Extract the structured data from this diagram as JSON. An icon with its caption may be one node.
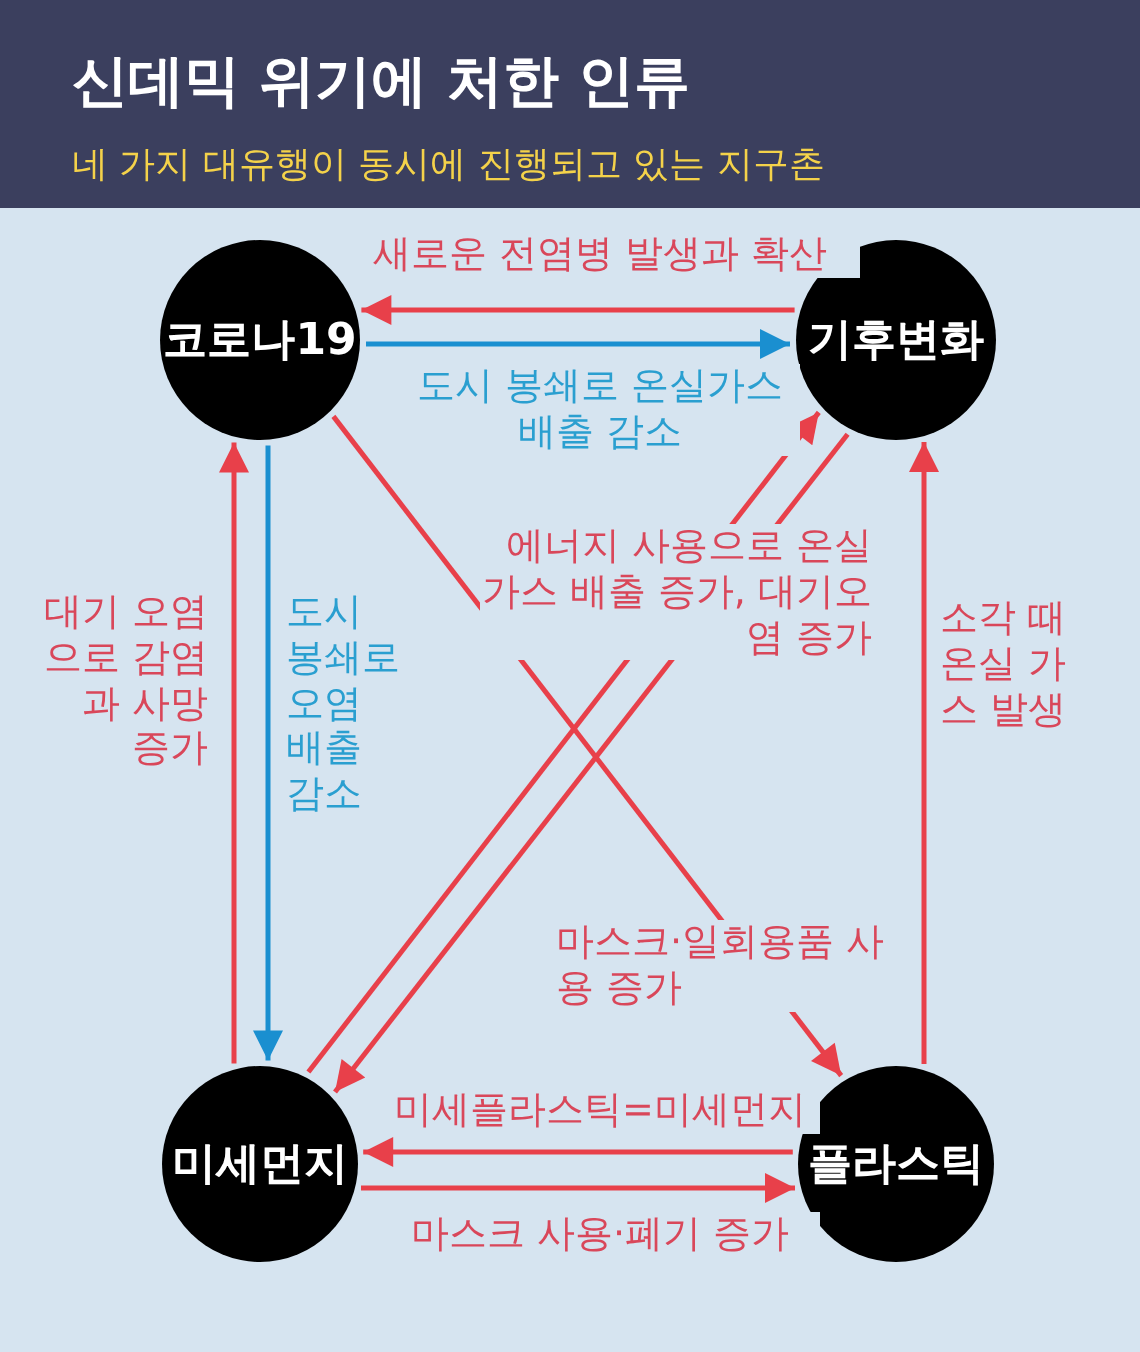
{
  "diagram": {
    "title": "신데믹 위기에 처한 인류",
    "caption": "네 가지 대유행이 동시에 진행되고 있는 지구촌",
    "nodes": [
      {
        "text": [
          "코로나19"
        ]
      },
      {
        "text": [
          "기후변화"
        ]
      },
      {
        "text": [
          "미세먼지"
        ]
      },
      {
        "text": [
          "플라스틱"
        ]
      }
    ],
    "edges": [
      {
        "from": 1,
        "to": 0,
        "arrow": "to",
        "label": "새로운 전염병 발생과 확산"
      },
      {
        "from": 0,
        "to": 1,
        "arrow": "to",
        "label": "도시 봉쇄로 온실가스 배출 감소",
        "color": "#1a8fd0"
      },
      {
        "from": 0,
        "to": 2,
        "arrow": "to",
        "label": "도시 봉쇄로 오염 배출 감소",
        "color": "#1a8fd0"
      },
      {
        "from": 2,
        "to": 0,
        "arrow": "to",
        "label": "대기 오염으로 감염과 사망 증가"
      },
      {
        "from": 0,
        "to": 3,
        "arrow": "to",
        "label": "마스크·일회용품 사용 증가"
      },
      {
        "from": 2,
        "to": 1,
        "arrow": "to"
      },
      {
        "from": 1,
        "to": 2,
        "arrow": "to",
        "label": "에너지 사용으로 온실가스 배출 증가, 대기오염 증가"
      },
      {
        "from": 3,
        "to": 1,
        "arrow": "to",
        "label": "소각 때 온실 가스 발생"
      },
      {
        "from": 3,
        "to": 2,
        "arrow": "to",
        "label": "미세플라스틱=미세먼지"
      },
      {
        "from": 2,
        "to": 3,
        "arrow": "to",
        "label": "마스크 사용·폐기 증가"
      }
    ]
  }
}
